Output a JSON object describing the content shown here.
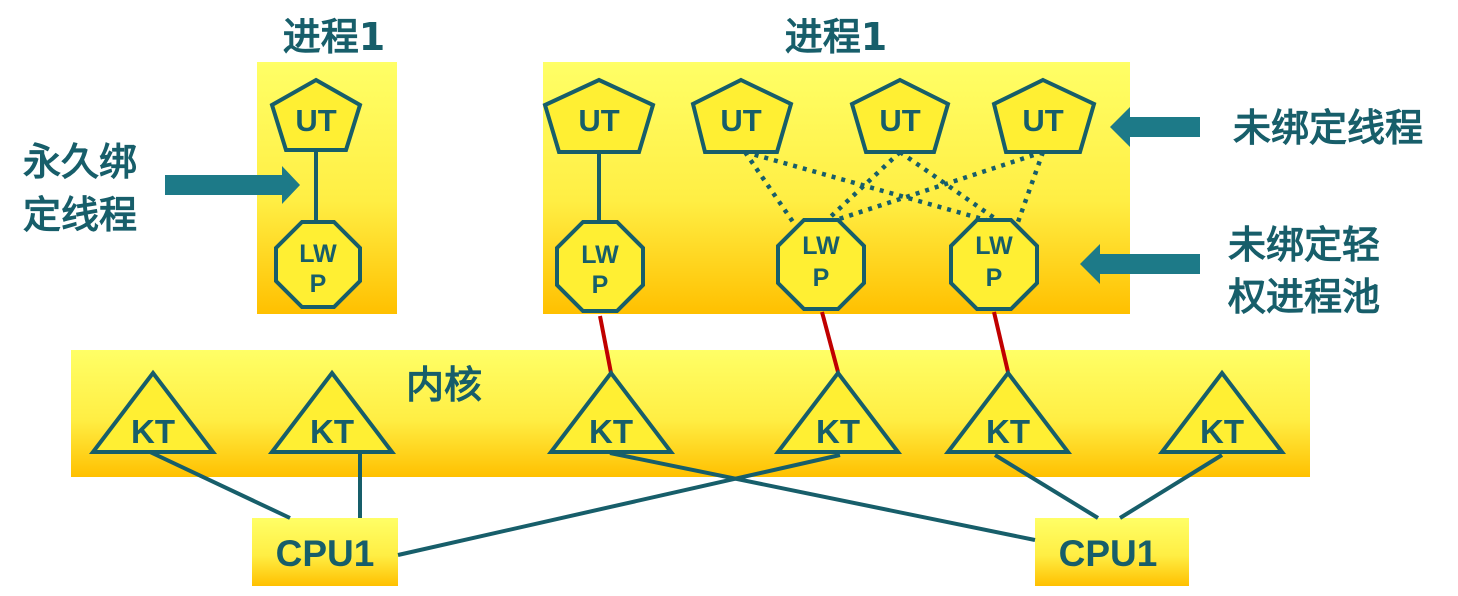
{
  "labels": {
    "left_process_title": "进程1",
    "right_process_title": "进程1",
    "kernel_label": "内核",
    "bound_thread_line1": "永久绑",
    "bound_thread_line2": "定线程",
    "unbound_thread": "未绑定线程",
    "lwp_pool_line1": "未绑定轻",
    "lwp_pool_line2": "权进程池"
  },
  "nodes": {
    "ut": "UT",
    "lwp_line1": "LW",
    "lwp_line2": "P",
    "kt": "KT",
    "cpu_left": "CPU1",
    "cpu_right": "CPU1"
  },
  "colors": {
    "box_top": "#ffff66",
    "box_bottom": "#ffc000",
    "shape_fill": "#ffef33",
    "stroke": "#175e6a",
    "arrow": "#1d7a88",
    "binding_line": "#c00000"
  }
}
